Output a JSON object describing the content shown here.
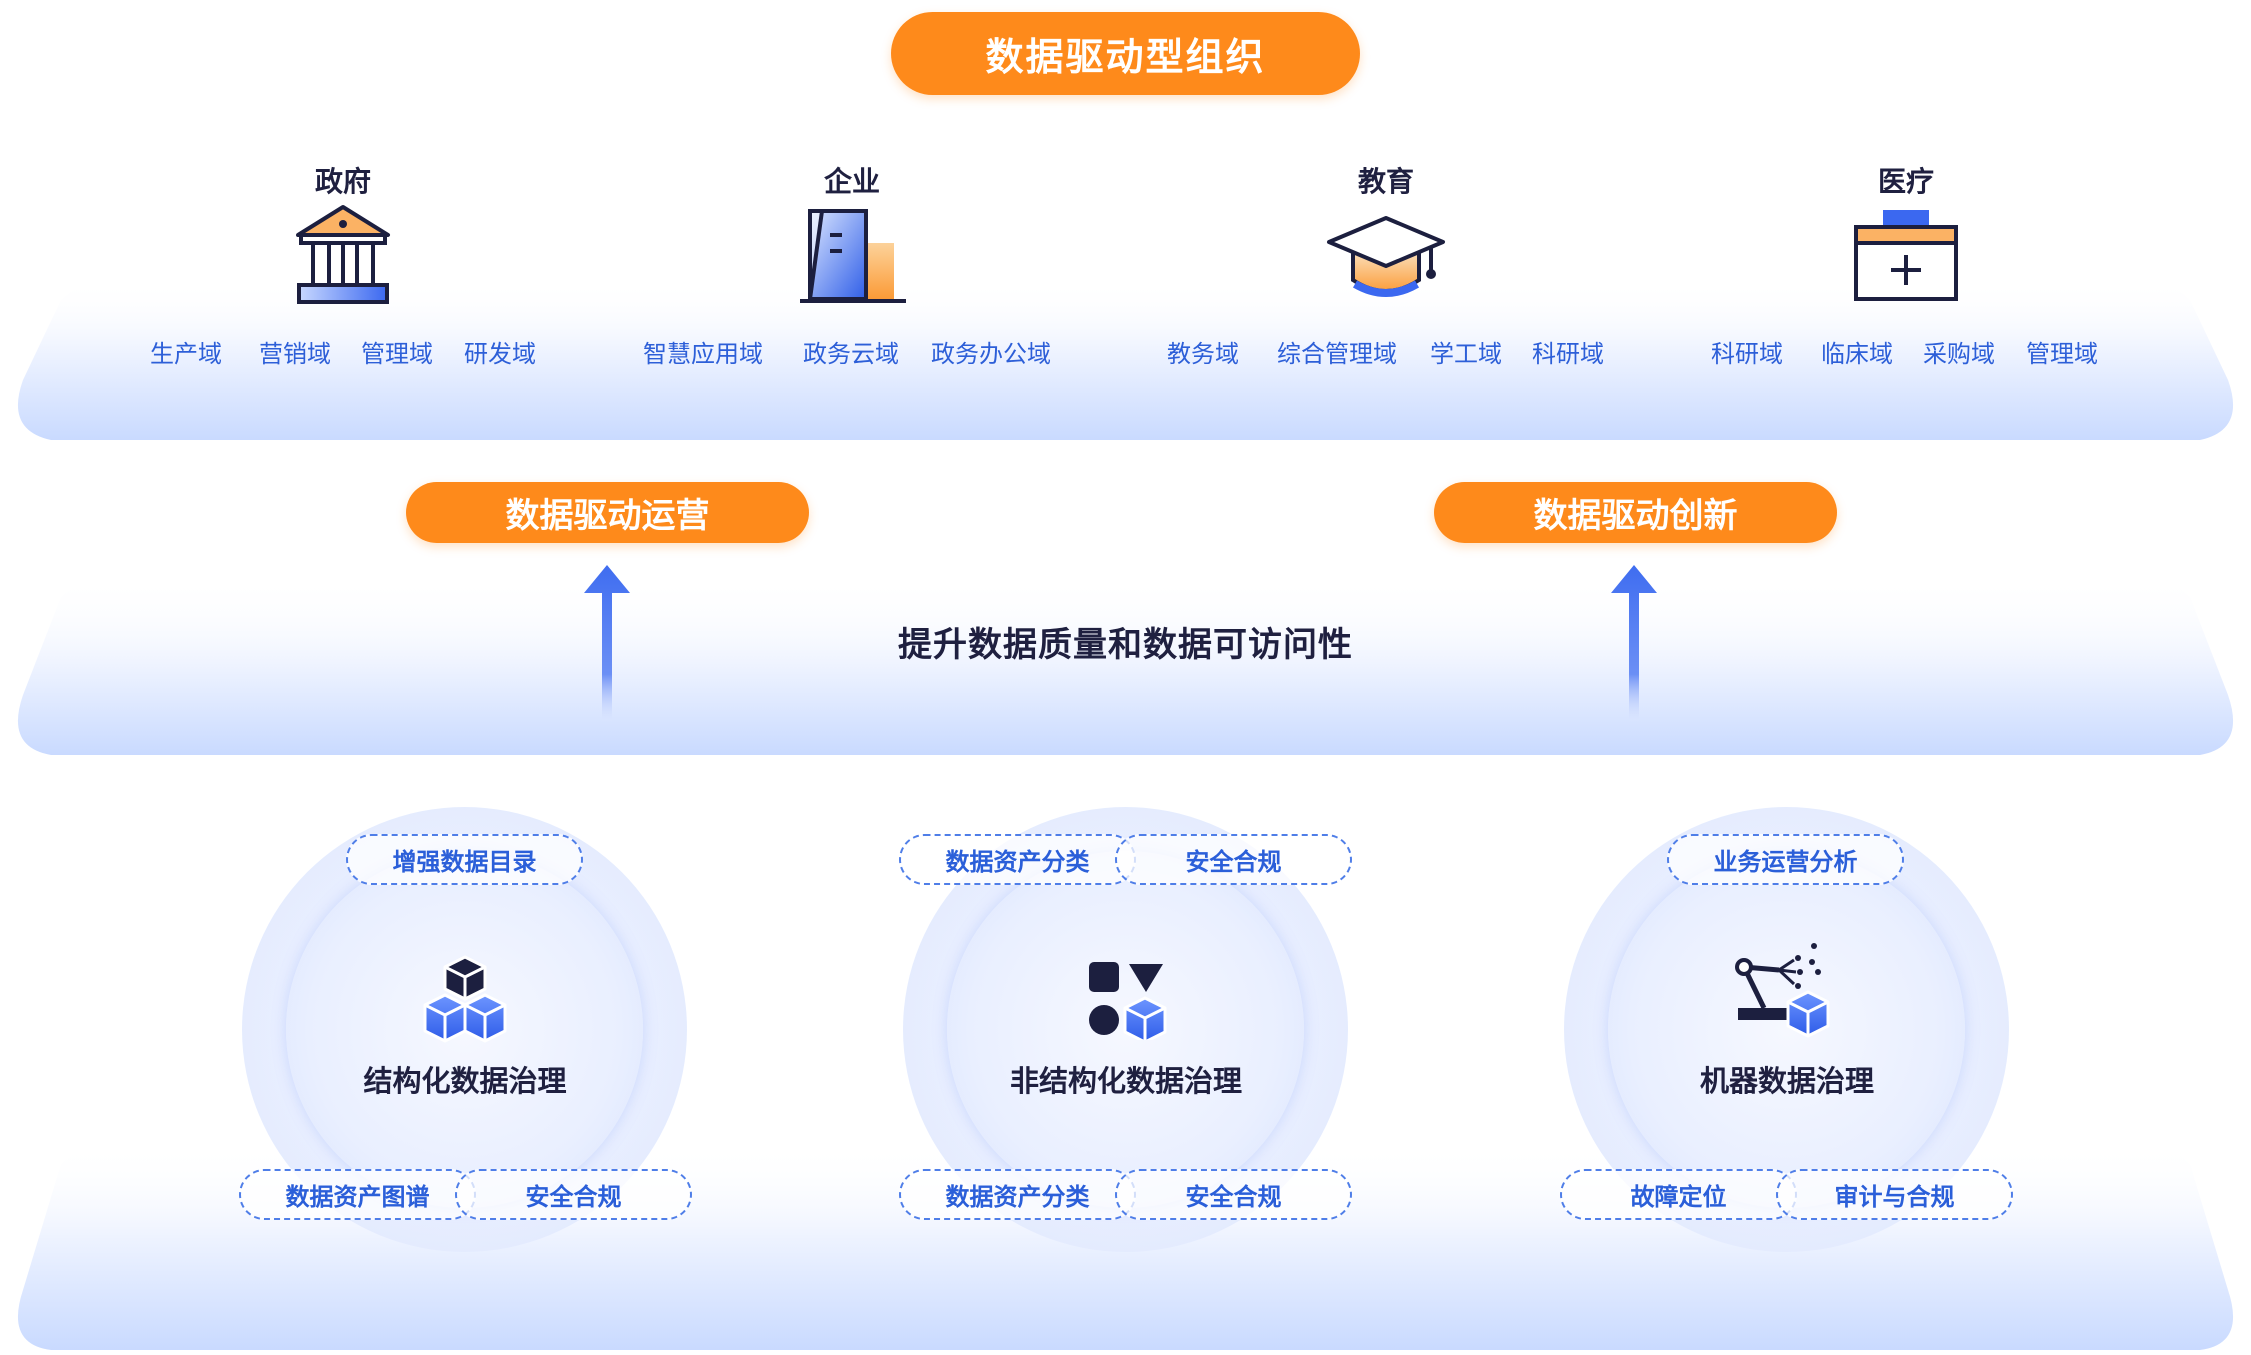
{
  "top_title": "数据驱动型组织",
  "orgs": [
    {
      "name": "政府",
      "icon": "government-building-icon",
      "domains": [
        "生产域",
        "营销域",
        "管理域",
        "研发域"
      ]
    },
    {
      "name": "企业",
      "icon": "enterprise-building-icon",
      "domains": [
        "智慧应用域",
        "政务云域",
        "政务办公域"
      ]
    },
    {
      "name": "教育",
      "icon": "graduation-cap-icon",
      "domains": [
        "教务域",
        "综合管理域",
        "学工域",
        "科研域"
      ]
    },
    {
      "name": "医疗",
      "icon": "medical-kit-icon",
      "domains": [
        "科研域",
        "临床域",
        "采购域",
        "管理域"
      ]
    }
  ],
  "middle": {
    "left_pill": "数据驱动运营",
    "right_pill": "数据驱动创新",
    "text": "提升数据质量和数据可访问性"
  },
  "governance": [
    {
      "title": "结构化数据治理",
      "icon": "cubes-icon",
      "top_tags": [
        "增强数据目录"
      ],
      "bottom_tags": [
        "数据资产图谱",
        "安全合规"
      ]
    },
    {
      "title": "非结构化数据治理",
      "icon": "shapes-icon",
      "top_tags": [
        "数据资产分类",
        "安全合规"
      ],
      "bottom_tags": [
        "数据资产分类",
        "安全合规"
      ]
    },
    {
      "title": "机器数据治理",
      "icon": "robot-arm-icon",
      "top_tags": [
        "业务运营分析"
      ],
      "bottom_tags": [
        "故障定位",
        "审计与合规"
      ]
    }
  ],
  "colors": {
    "accent_orange": "#fe8a1b",
    "domain_blue": "#2d5fd8",
    "text_dark": "#1f2040",
    "arrow_blue": "#3f6df0"
  }
}
